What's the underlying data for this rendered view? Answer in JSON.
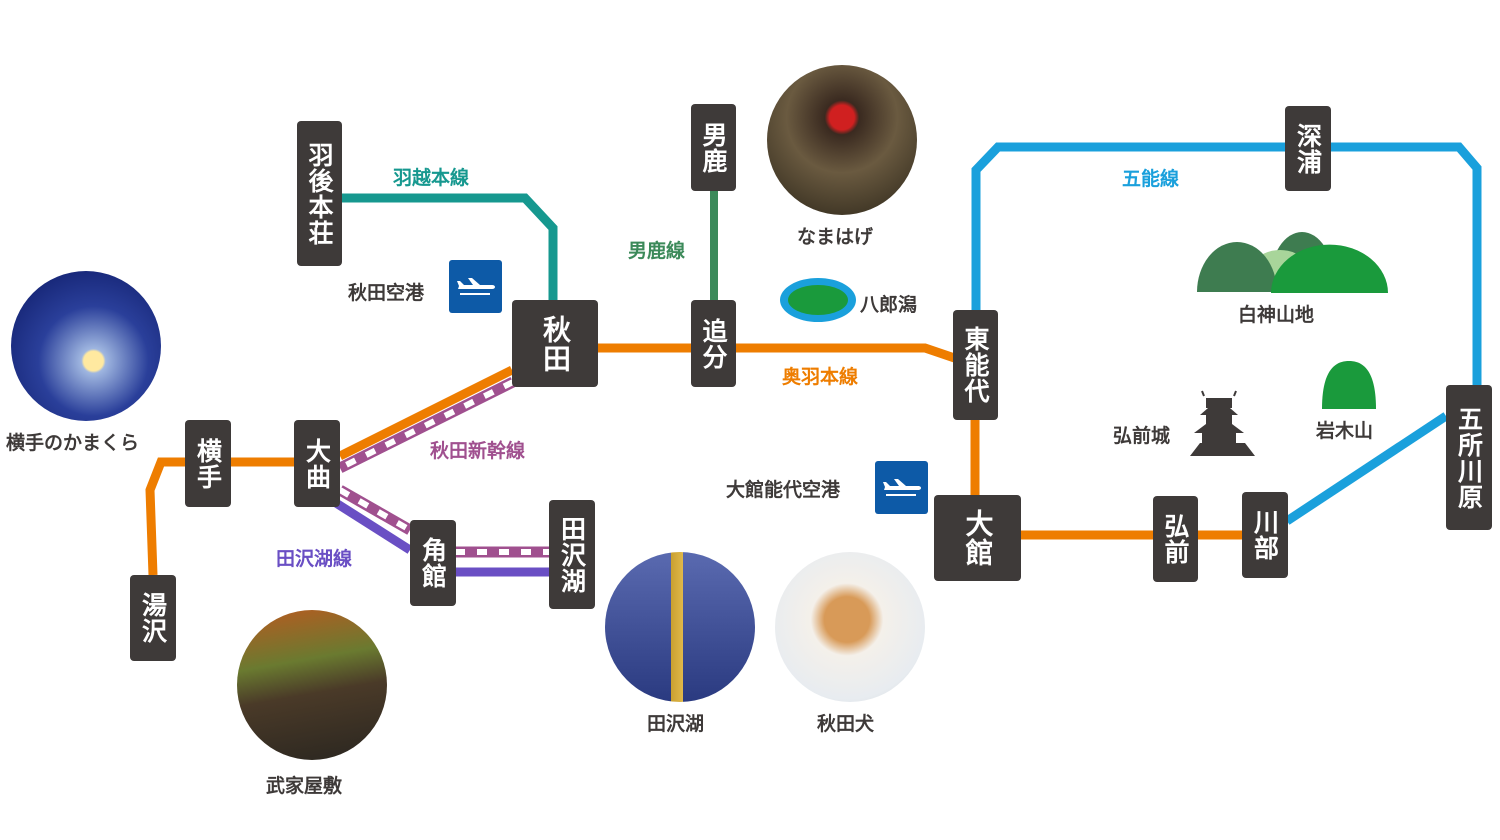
{
  "stations": {
    "ugohonjo": "羽後本荘",
    "oga": "男鹿",
    "akita": "秋田",
    "oiwake": "追分",
    "higashinoshiro": "東能代",
    "fukaura": "深浦",
    "goshogawara": "五所川原",
    "yokote": "横手",
    "omagari": "大曲",
    "yuzawa": "湯沢",
    "kakunodate": "角館",
    "tazawako": "田沢湖",
    "odate": "大館",
    "hirosaki": "弘前",
    "kawabe": "川部"
  },
  "lines": {
    "uetsu": {
      "name": "羽越本線",
      "color": "#16988f"
    },
    "oga": {
      "name": "男鹿線",
      "color": "#3c8a5a"
    },
    "gono": {
      "name": "五能線",
      "color": "#1aa0dc"
    },
    "ou": {
      "name": "奥羽本線",
      "color": "#ee7d00"
    },
    "shinkansen": {
      "name": "秋田新幹線",
      "color": "#a0508f"
    },
    "tazawako": {
      "name": "田沢湖線",
      "color": "#6a4fc4"
    }
  },
  "airports": {
    "akita": "秋田空港",
    "odate_noshiro": "大館能代空港"
  },
  "places": {
    "kamakura": "横手のかまくら",
    "namahage": "なまはげ",
    "hachirogata": "八郎潟",
    "shirakami": "白神山地",
    "iwakisan": "岩木山",
    "hirosakijo": "弘前城",
    "bukeyashiki": "武家屋敷",
    "tazawako": "田沢湖",
    "akitainu": "秋田犬"
  }
}
